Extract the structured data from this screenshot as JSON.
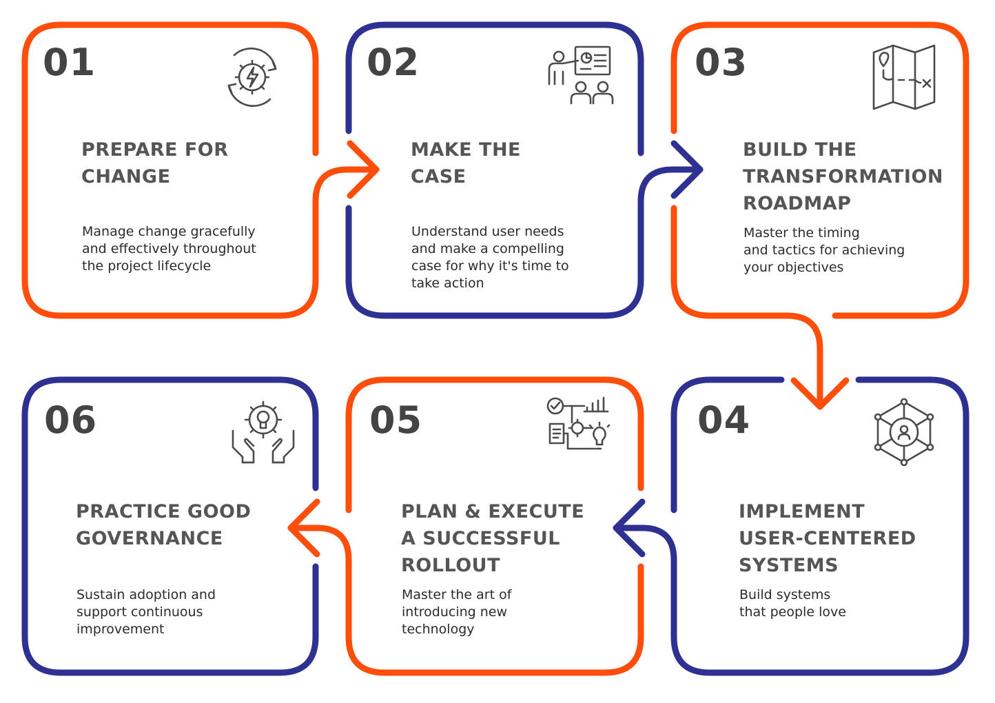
{
  "colors": {
    "orange": "#FF4D0C",
    "navy": "#2E3192",
    "number_text": "#444444",
    "title_text": "#555555",
    "body_text": "#2B2B2B",
    "icon_stroke": "#4A4A4A"
  },
  "steps": [
    {
      "number": "01",
      "title": "PREPARE FOR\nCHANGE",
      "description": "Manage change gracefully\nand effectively throughout\nthe project lifecycle",
      "icon": "gear-cycle-lightning-icon",
      "color": "orange"
    },
    {
      "number": "02",
      "title": "MAKE THE\nCASE",
      "description": "Understand user needs\nand make a compelling\ncase for why it's time to\ntake action",
      "icon": "presentation-audience-icon",
      "color": "navy"
    },
    {
      "number": "03",
      "title": "BUILD THE\nTRANSFORMATION\nROADMAP",
      "description": "Master the timing\nand tactics for achieving\nyour objectives",
      "icon": "map-route-icon",
      "color": "orange"
    },
    {
      "number": "04",
      "title": "IMPLEMENT\nUSER-CENTERED\nSYSTEMS",
      "description": "Build systems\nthat people love",
      "icon": "network-user-icon",
      "color": "navy"
    },
    {
      "number": "05",
      "title": "PLAN & EXECUTE\nA SUCCESSFUL\nROLLOUT",
      "description": "Master the art of\nintroducing new\ntechnology",
      "icon": "workflow-process-icon",
      "color": "orange"
    },
    {
      "number": "06",
      "title": "PRACTICE GOOD\nGOVERNANCE",
      "description": "Sustain adoption and\nsupport continuous\nimprovement",
      "icon": "hands-gear-icon",
      "color": "navy"
    }
  ]
}
